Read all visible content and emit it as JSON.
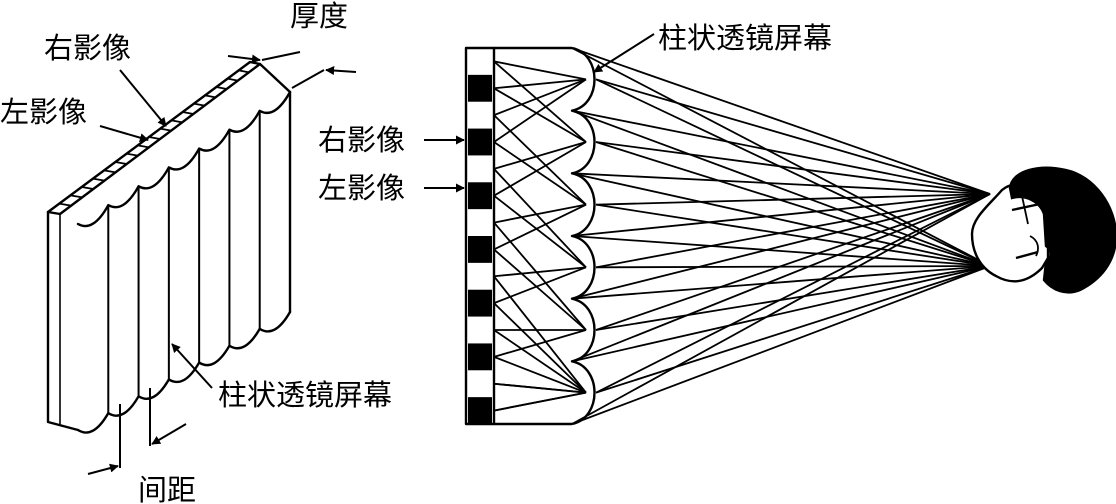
{
  "colors": {
    "ink": "#000000",
    "paper": "#ffffff"
  },
  "labels": {
    "thickness": "厚度",
    "right_image_left": "右影像",
    "left_image_left": "左影像",
    "screen_left": "柱状透镜屏幕",
    "spacing": "间距",
    "screen_right": "柱状透镜屏幕",
    "right_image_right": "右影像",
    "left_image_right": "左影像"
  }
}
